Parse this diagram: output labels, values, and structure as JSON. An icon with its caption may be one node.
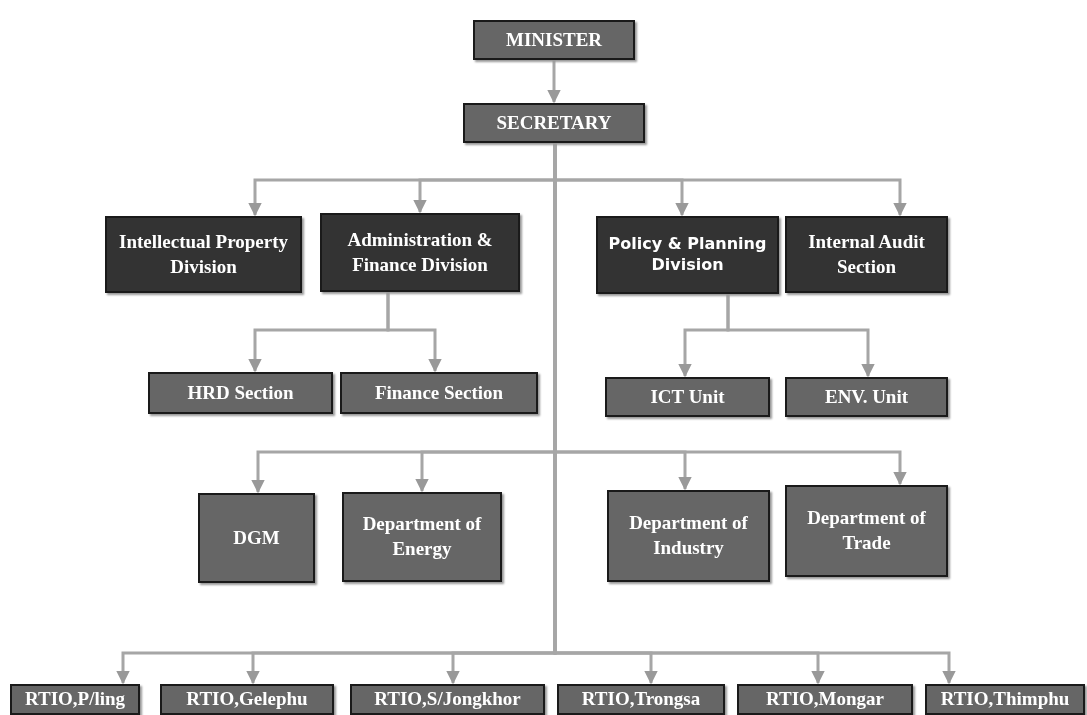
{
  "diagram": {
    "nodes": [
      {
        "text": [
          "MINISTER"
        ]
      },
      {
        "text": [
          "SECRETARY"
        ]
      },
      {
        "text": [
          "Intellectual Property Division"
        ]
      },
      {
        "text": [
          "Administration & Finance Division"
        ]
      },
      {
        "text": [
          "Policy & Planning Division"
        ]
      },
      {
        "text": [
          "Internal Audit Section"
        ]
      },
      {
        "text": [
          "HRD Section"
        ]
      },
      {
        "text": [
          "Finance Section"
        ]
      },
      {
        "text": [
          "ICT Unit"
        ]
      },
      {
        "text": [
          "ENV. Unit"
        ]
      },
      {
        "text": [
          "DGM"
        ]
      },
      {
        "text": [
          "Department of Energy"
        ]
      },
      {
        "text": [
          "Department of Industry"
        ]
      },
      {
        "text": [
          "Department of Trade"
        ]
      },
      {
        "text": [
          "RTIO,P/ling"
        ]
      },
      {
        "text": [
          "RTIO,Gelephu"
        ]
      },
      {
        "text": [
          "RTIO,S/Jongkhor"
        ]
      },
      {
        "text": [
          "RTIO,Trongsa"
        ]
      },
      {
        "text": [
          "RTIO,Mongar"
        ]
      },
      {
        "text": [
          "RTIO,Thimphu"
        ]
      }
    ],
    "edges": [
      {
        "from": 0,
        "to": 1,
        "arrow": "to"
      },
      {
        "from": 1,
        "to": 2,
        "arrow": "to"
      },
      {
        "from": 1,
        "to": 3,
        "arrow": "to"
      },
      {
        "from": 1,
        "to": 4,
        "arrow": "to"
      },
      {
        "from": 1,
        "to": 5,
        "arrow": "to"
      },
      {
        "from": 3,
        "to": 6,
        "arrow": "to"
      },
      {
        "from": 3,
        "to": 7,
        "arrow": "to"
      },
      {
        "from": 4,
        "to": 8,
        "arrow": "to"
      },
      {
        "from": 4,
        "to": 9,
        "arrow": "to"
      },
      {
        "from": 1,
        "to": 10,
        "arrow": "to"
      },
      {
        "from": 1,
        "to": 11,
        "arrow": "to"
      },
      {
        "from": 1,
        "to": 12,
        "arrow": "to"
      },
      {
        "from": 1,
        "to": 13,
        "arrow": "to"
      },
      {
        "from": 1,
        "to": 14,
        "arrow": "to"
      },
      {
        "from": 1,
        "to": 15,
        "arrow": "to"
      },
      {
        "from": 1,
        "to": 16,
        "arrow": "to"
      },
      {
        "from": 1,
        "to": 17,
        "arrow": "to"
      },
      {
        "from": 1,
        "to": 18,
        "arrow": "to"
      },
      {
        "from": 1,
        "to": 19,
        "arrow": "to"
      }
    ]
  }
}
